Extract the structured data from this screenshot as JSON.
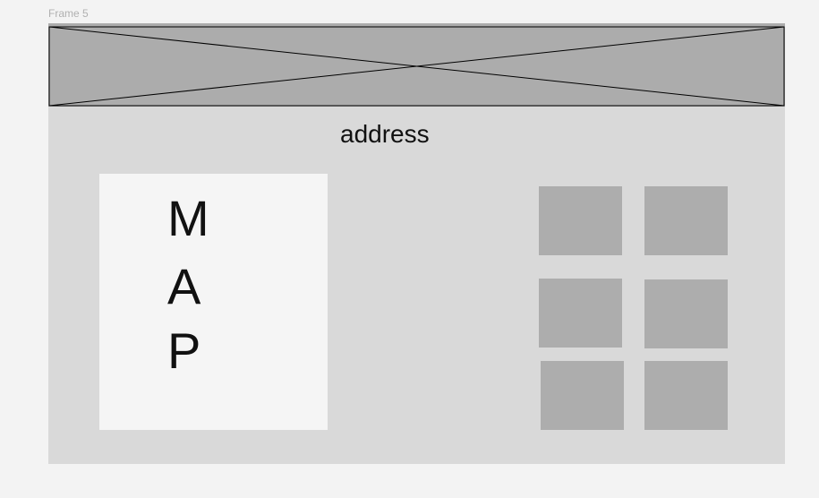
{
  "frame": {
    "label": "Frame 5"
  },
  "hero": {
    "placeholder": "image-placeholder"
  },
  "address": {
    "text": "address"
  },
  "map": {
    "letters": [
      "M",
      "A",
      "P"
    ]
  },
  "gallery": {
    "count": 6
  },
  "colors": {
    "page_bg": "#f3f3f3",
    "frame_bg": "#d9d9d9",
    "placeholder_gray": "#acacac",
    "map_bg": "#f5f5f5",
    "label_gray": "#b0b0b0"
  }
}
